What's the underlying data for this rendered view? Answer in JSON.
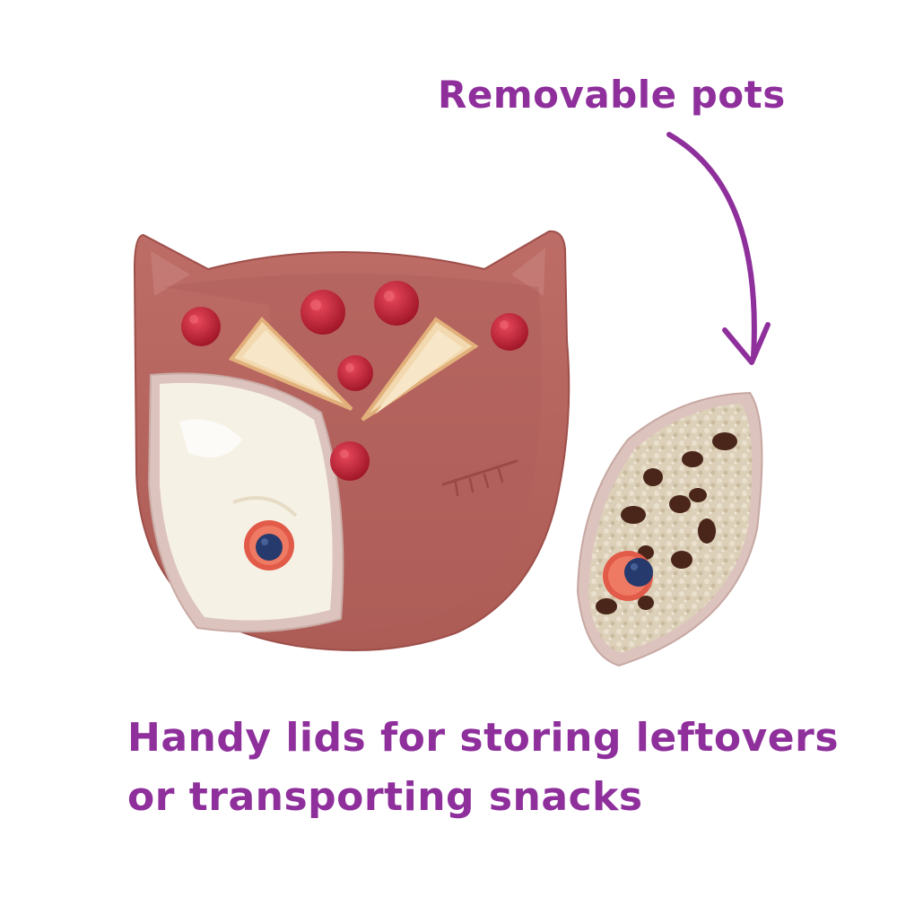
{
  "captions": {
    "top": "Removable pots",
    "bottom_line1": "Handy lids for storing leftovers",
    "bottom_line2": "or transporting snacks"
  },
  "colors": {
    "caption": "#8e2f9c",
    "arrow": "#8e2f9c",
    "plate": "#b7645e",
    "plate_inner": "#ac5a55",
    "pot_rim": "#dcc3be",
    "yogurt": "#f5f0e6",
    "oats": "#ded2bd",
    "raspberry": "#c51f38",
    "toast": "#f3dcb5",
    "raisin": "#4a2519",
    "blueberry": "#263a6d",
    "strawberry": "#e05a4a"
  }
}
